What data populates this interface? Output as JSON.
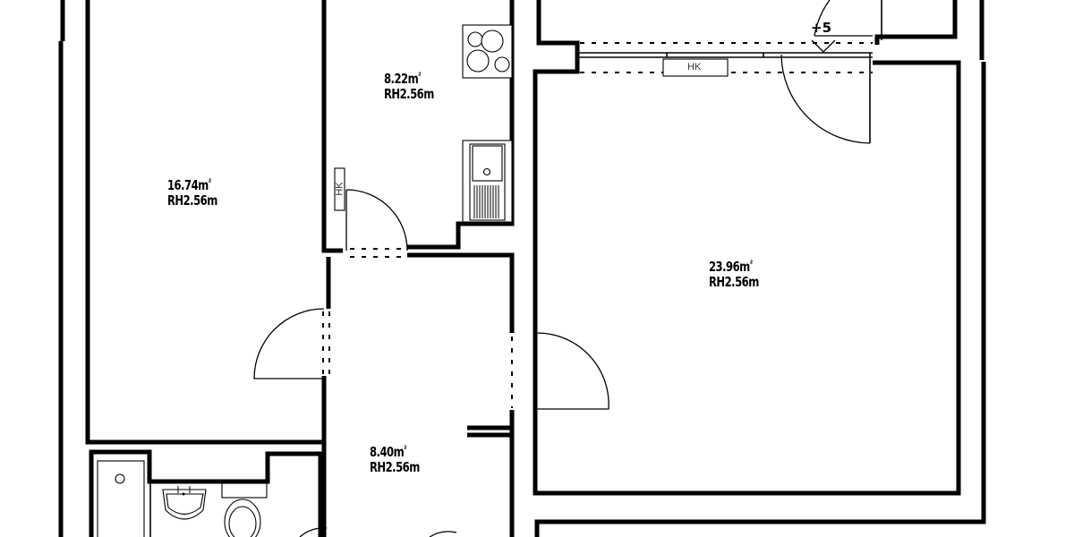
{
  "plan": {
    "rooms": [
      {
        "id": "bedroom",
        "area": "16.74m",
        "area_unit_sup": "²",
        "height": "RH2.56m"
      },
      {
        "id": "kitchen",
        "area": "8.22m",
        "area_unit_sup": "²",
        "height": "RH2.56m"
      },
      {
        "id": "living-room",
        "area": "23.96m",
        "area_unit_sup": "²",
        "height": "RH2.56m"
      },
      {
        "id": "hallway",
        "area": "8.40m",
        "area_unit_sup": "²",
        "height": "RH2.56m"
      }
    ],
    "radiator_labels": {
      "kitchen": "HK",
      "living_room": "HK"
    },
    "level_marker": "+5",
    "colors": {
      "wall": "#000000",
      "background": "#ffffff"
    }
  }
}
